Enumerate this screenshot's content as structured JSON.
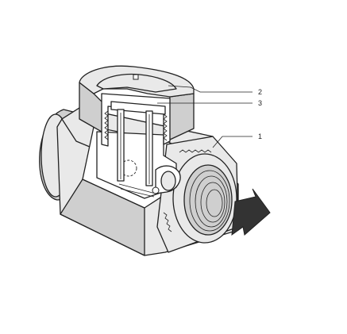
{
  "diagram": {
    "callouts": [
      {
        "id": "callout-2",
        "label": "2"
      },
      {
        "id": "callout-3",
        "label": "3"
      },
      {
        "id": "callout-1",
        "label": "1"
      }
    ],
    "colors": {
      "body_fill": "#e9e9e9",
      "cut_fill": "#ffffff",
      "shade_fill": "#cfcfcf",
      "arrow_fill": "#333333",
      "line": "#222222"
    }
  }
}
